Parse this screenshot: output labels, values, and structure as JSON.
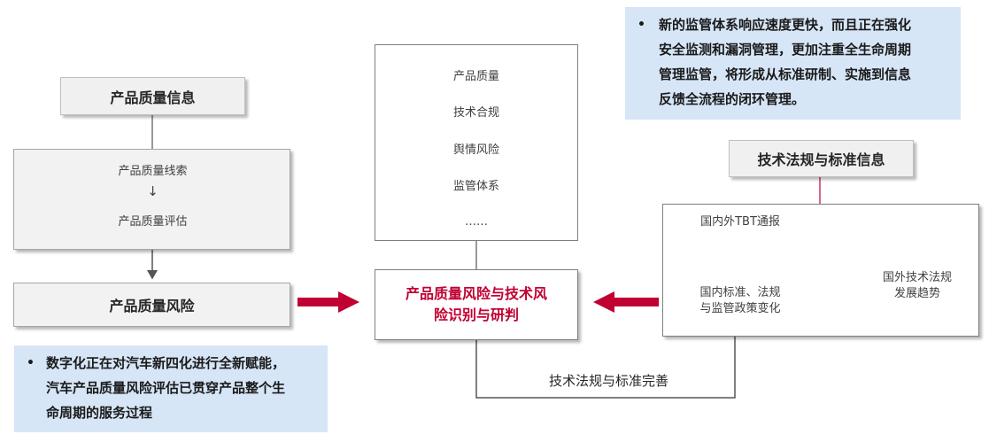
{
  "left_column": {
    "header": "产品质量信息",
    "panel_items": [
      "产品质量线索",
      "产品质量评估"
    ],
    "down_arrow": "↓",
    "risk_box": "产品质量风险"
  },
  "middle_column": {
    "list_items": [
      "产品质量",
      "技术合规",
      "舆情风险",
      "监管体系",
      "……"
    ],
    "center_box_lines": [
      "产品质量风险与技术风",
      "险识别与研判"
    ]
  },
  "right_column": {
    "header": "技术法规与标准信息",
    "items": {
      "tbt": "国内外TBT通报",
      "domestic_lines": [
        "国内标准、法规",
        "与监管政策变化"
      ],
      "foreign_lines": [
        "国外技术法规",
        "发展趋势"
      ]
    }
  },
  "feedback_label": "技术法规与标准完善",
  "note_top": {
    "bullet": "•",
    "lines": [
      "新的监管体系响应速度更快，而且正在强化",
      "安全监测和漏洞管理，更加注重全生命周期",
      "管理监管，将形成从标准研制、实施到信息",
      "反馈全流程的闭环管理。"
    ]
  },
  "note_bottom": {
    "bullet": "•",
    "lines": [
      "数字化正在对汽车新四化进行全新赋能，",
      "汽车产品质量风险评估已贯穿产品整个生",
      "命周期的服务过程"
    ]
  },
  "colors": {
    "accent_red": "#c00032",
    "note_blue": "#d6e6f7",
    "panel_gray": "#f2f2f2"
  }
}
